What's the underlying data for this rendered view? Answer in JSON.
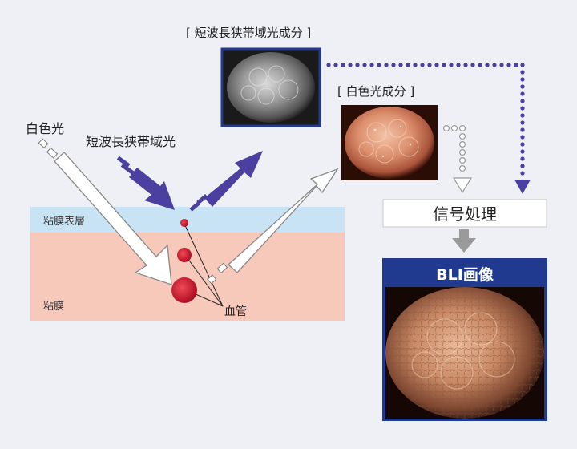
{
  "labels": {
    "narrowband_component": "[ 短波長狭帯域光成分 ]",
    "white_component": "[ 白色光成分 ]",
    "white_light": "白色光",
    "narrowband_light": "短波長狭帯域光",
    "mucosa_surface": "粘膜表層",
    "mucosa": "粘膜",
    "vessels": "血管",
    "signal_processing": "信号処理",
    "bli_image": "BLI画像"
  },
  "colors": {
    "background": "#eef0f5",
    "arrow_purple": "#4b3fa0",
    "surface_layer": "#c8e4f4",
    "mucosa_layer": "#f7c9bb",
    "vessel_red": "#c8102e",
    "bli_header": "#1f3a8f",
    "gray_arrow": "#9a9a9a"
  },
  "images": {
    "narrowband": "grayscale-endoscopy-image",
    "white": "pink-endoscopy-image",
    "bli": "bli-endoscopy-image"
  }
}
